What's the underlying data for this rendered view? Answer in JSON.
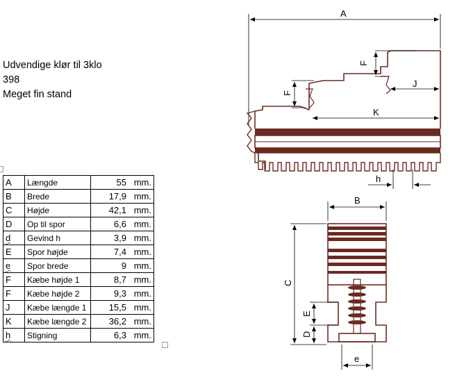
{
  "intro": {
    "line1": "Udvendige klør til 3klo",
    "line2": "398",
    "line3": "Meget fin stand"
  },
  "spec_rows": [
    {
      "code": "A",
      "name": "Længde",
      "value": "55",
      "unit": "mm."
    },
    {
      "code": "B",
      "name": "Brede",
      "value": "17,9",
      "unit": "mm."
    },
    {
      "code": "C",
      "name": "Højde",
      "value": "42,1",
      "unit": "mm."
    },
    {
      "code": "D",
      "name": "Op til spor",
      "value": "6,6",
      "unit": "mm."
    },
    {
      "code": "d",
      "name": "Gevind h",
      "value": "3,9",
      "unit": "mm."
    },
    {
      "code": "E",
      "name": "Spor højde",
      "value": "7,4",
      "unit": "mm."
    },
    {
      "code": "e",
      "name": "Spor brede",
      "value": "9",
      "unit": "mm."
    },
    {
      "code": "F",
      "name": "Kæbe højde 1",
      "value": "8,7",
      "unit": "mm."
    },
    {
      "code": "F",
      "name": "Kæbe højde 2",
      "value": "9,3",
      "unit": "mm."
    },
    {
      "code": "J",
      "name": "Kæbe længde 1",
      "value": "15,5",
      "unit": "mm."
    },
    {
      "code": "K",
      "name": "Kæbe længde 2",
      "value": "36,2",
      "unit": "mm."
    },
    {
      "code": "h",
      "name": "Stigning",
      "value": "6,3",
      "unit": "mm."
    }
  ],
  "drawing_labels": {
    "A": "A",
    "F_top": "F",
    "F_mid": "F",
    "J": "J",
    "K": "K",
    "h": "h",
    "B": "B",
    "C": "C",
    "E": "E",
    "D": "D",
    "e": "e"
  }
}
